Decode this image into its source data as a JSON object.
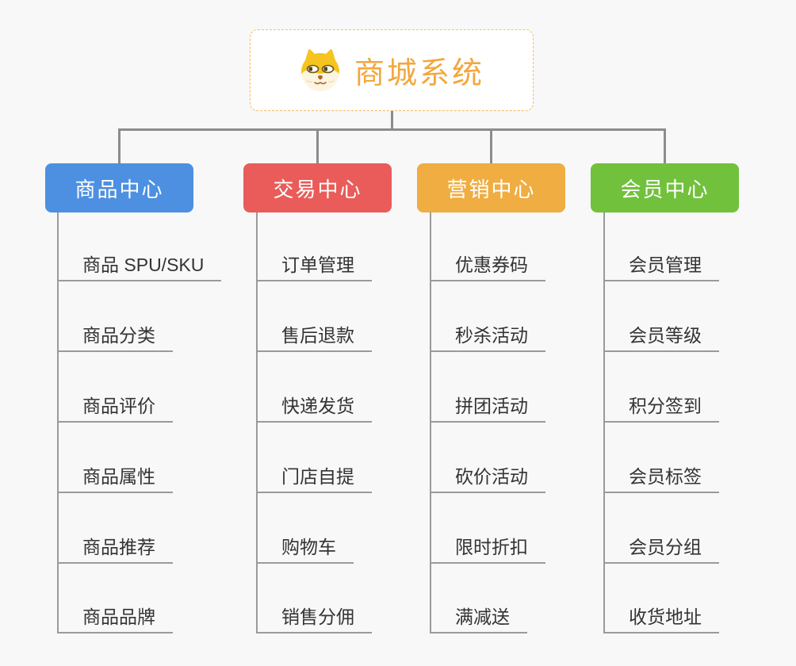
{
  "root": {
    "title": "商城系统",
    "icon": "dog-face-icon",
    "title_color": "#f2a73d",
    "border_color": "#f5be6b"
  },
  "connector_color": "#8c8c8c",
  "child_line_color": "#9a9a9a",
  "child_text_color": "#333333",
  "branches": [
    {
      "label": "商品中心",
      "color": "#4d90e2",
      "children": [
        "商品 SPU/SKU",
        "商品分类",
        "商品评价",
        "商品属性",
        "商品推荐",
        "商品品牌"
      ]
    },
    {
      "label": "交易中心",
      "color": "#e95c59",
      "children": [
        "订单管理",
        "售后退款",
        "快递发货",
        "门店自提",
        "购物车",
        "销售分佣"
      ]
    },
    {
      "label": "营销中心",
      "color": "#efad42",
      "children": [
        "优惠券码",
        "秒杀活动",
        "拼团活动",
        "砍价活动",
        "限时折扣",
        "满减送"
      ]
    },
    {
      "label": "会员中心",
      "color": "#72c13d",
      "children": [
        "会员管理",
        "会员等级",
        "积分签到",
        "会员标签",
        "会员分组",
        "收货地址"
      ]
    }
  ]
}
